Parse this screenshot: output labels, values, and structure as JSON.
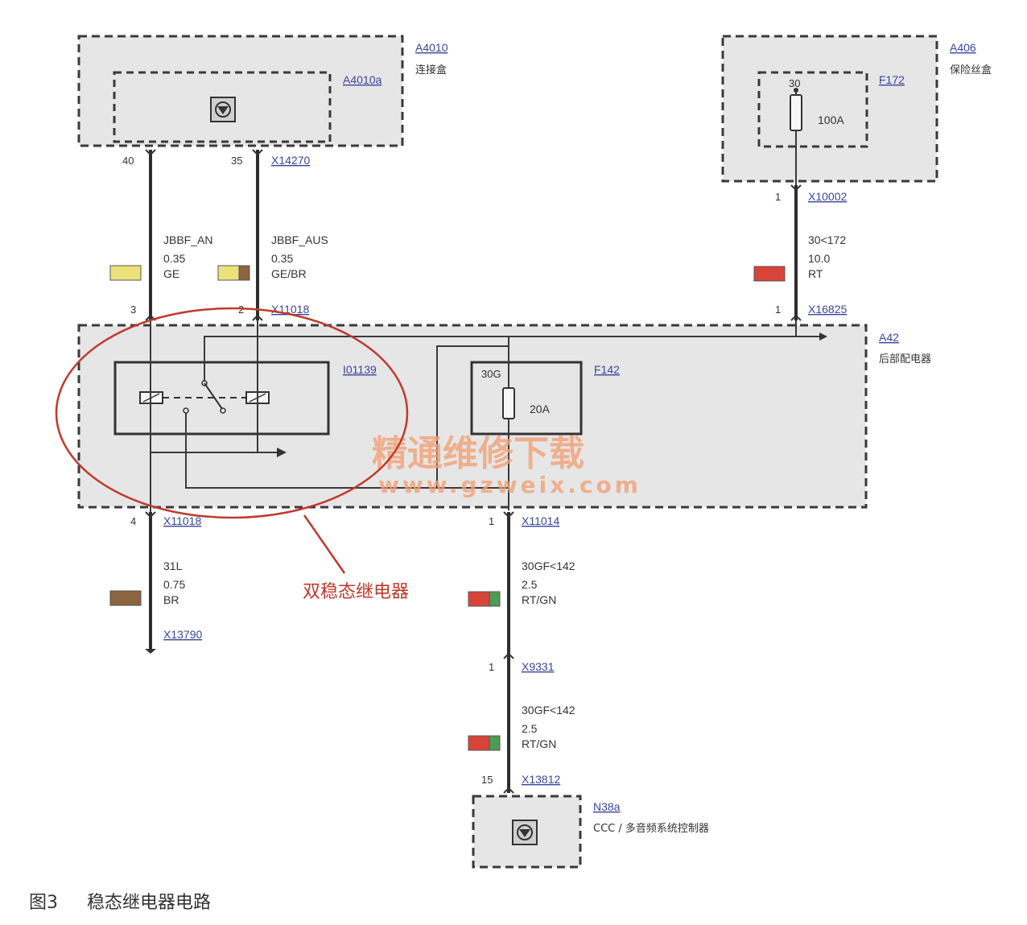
{
  "components": {
    "a4010": {
      "id": "A4010",
      "name": "连接盒",
      "sub_id": "A4010a"
    },
    "a406": {
      "id": "A406",
      "name": "保险丝盒",
      "fuse_id": "F172",
      "fuse_terminal": "30",
      "fuse_rating": "100A"
    },
    "a42": {
      "id": "A42",
      "name": "后部配电器",
      "relay_id": "I01139",
      "fuse_id": "F142",
      "fuse_terminal": "30G",
      "fuse_rating": "20A"
    },
    "n38a": {
      "id": "N38a",
      "name": "CCC / 多音频系统控制器"
    }
  },
  "wires": {
    "w1": {
      "pin_top": "40",
      "signal": "JBBF_AN",
      "gauge": "0.35",
      "color_code": "GE",
      "pin_bottom": "3"
    },
    "w2": {
      "pin_top": "35",
      "connector_top": "X14270",
      "signal": "JBBF_AUS",
      "gauge": "0.35",
      "color_code": "GE/BR",
      "pin_bottom": "2",
      "connector_bottom": "X11018"
    },
    "w3": {
      "pin_top": "1",
      "connector_top": "X10002",
      "signal": "30<172",
      "gauge": "10.0",
      "color_code": "RT",
      "pin_bottom": "1",
      "connector_bottom": "X16825"
    },
    "w4": {
      "pin_top": "4",
      "connector_top": "X11018",
      "signal": "31L",
      "gauge": "0.75",
      "color_code": "BR",
      "ground_connector": "X13790"
    },
    "w5": {
      "pin_top": "1",
      "connector_top": "X11014",
      "signal": "30GF<142",
      "gauge": "2.5",
      "color_code": "RT/GN",
      "pin_bottom": "1",
      "connector_bottom": "X9331"
    },
    "w6": {
      "signal": "30GF<142",
      "gauge": "2.5",
      "color_code": "RT/GN",
      "pin_bottom": "15",
      "connector_bottom": "X13812"
    }
  },
  "swatch_colors": {
    "yellow": "#ece27a",
    "brown": "#8b6440",
    "red": "#d9443a",
    "green": "#4f9a54"
  },
  "annotation": {
    "label": "双稳态继电器",
    "color": "#c0392b"
  },
  "watermark": {
    "line1": "精通维修下载",
    "line2": "www.gzweix.com"
  },
  "caption": {
    "figure": "图3",
    "title": "稳态继电器电路"
  }
}
